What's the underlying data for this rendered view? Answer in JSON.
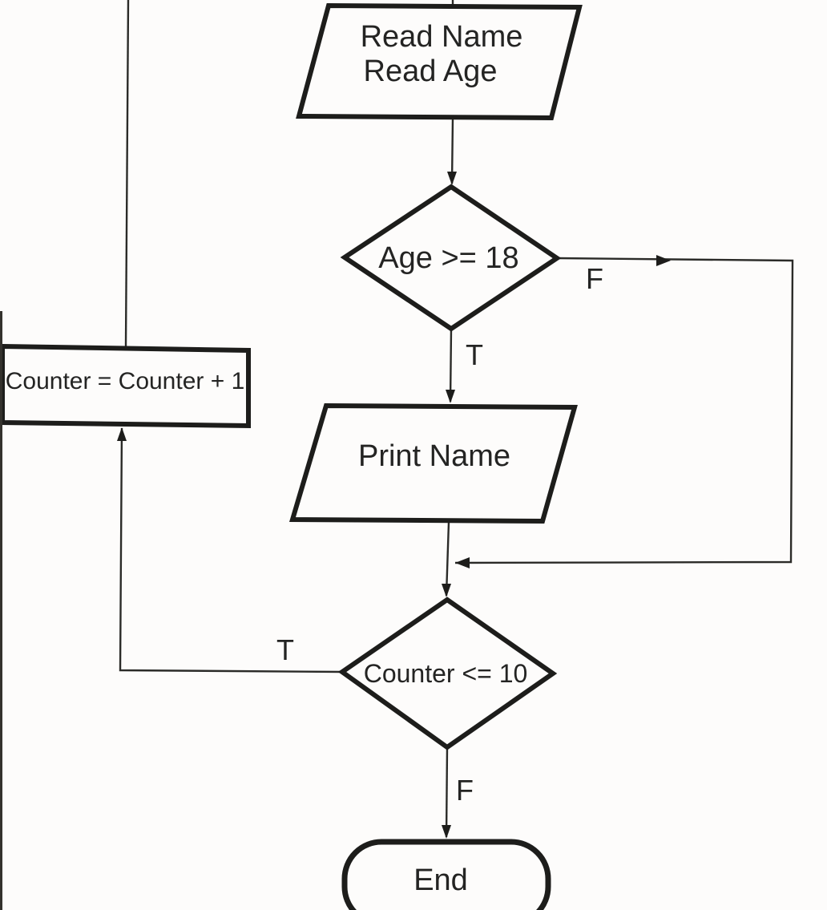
{
  "page": {
    "kind": "scanned-flowchart",
    "paper_color": "#fdfcfb",
    "ink_color": "#1d1d1b"
  },
  "nodes": {
    "read_io": {
      "type": "input-output-parallelogram",
      "line1": "Read Name",
      "line2": "Read Age"
    },
    "age_decision": {
      "type": "decision-diamond",
      "label": "Age >= 18"
    },
    "print_io": {
      "type": "input-output-parallelogram",
      "label": "Print Name"
    },
    "counter_decision": {
      "type": "decision-diamond",
      "label": "Counter <= 10"
    },
    "increment_process": {
      "type": "process-rectangle",
      "label": "Counter = Counter + 1"
    },
    "end_terminator": {
      "type": "terminator-stadium",
      "label": "End"
    }
  },
  "edges": {
    "age_true": {
      "label": "T"
    },
    "age_false": {
      "label": "F"
    },
    "counter_true": {
      "label": "T"
    },
    "counter_false": {
      "label": "F"
    }
  }
}
